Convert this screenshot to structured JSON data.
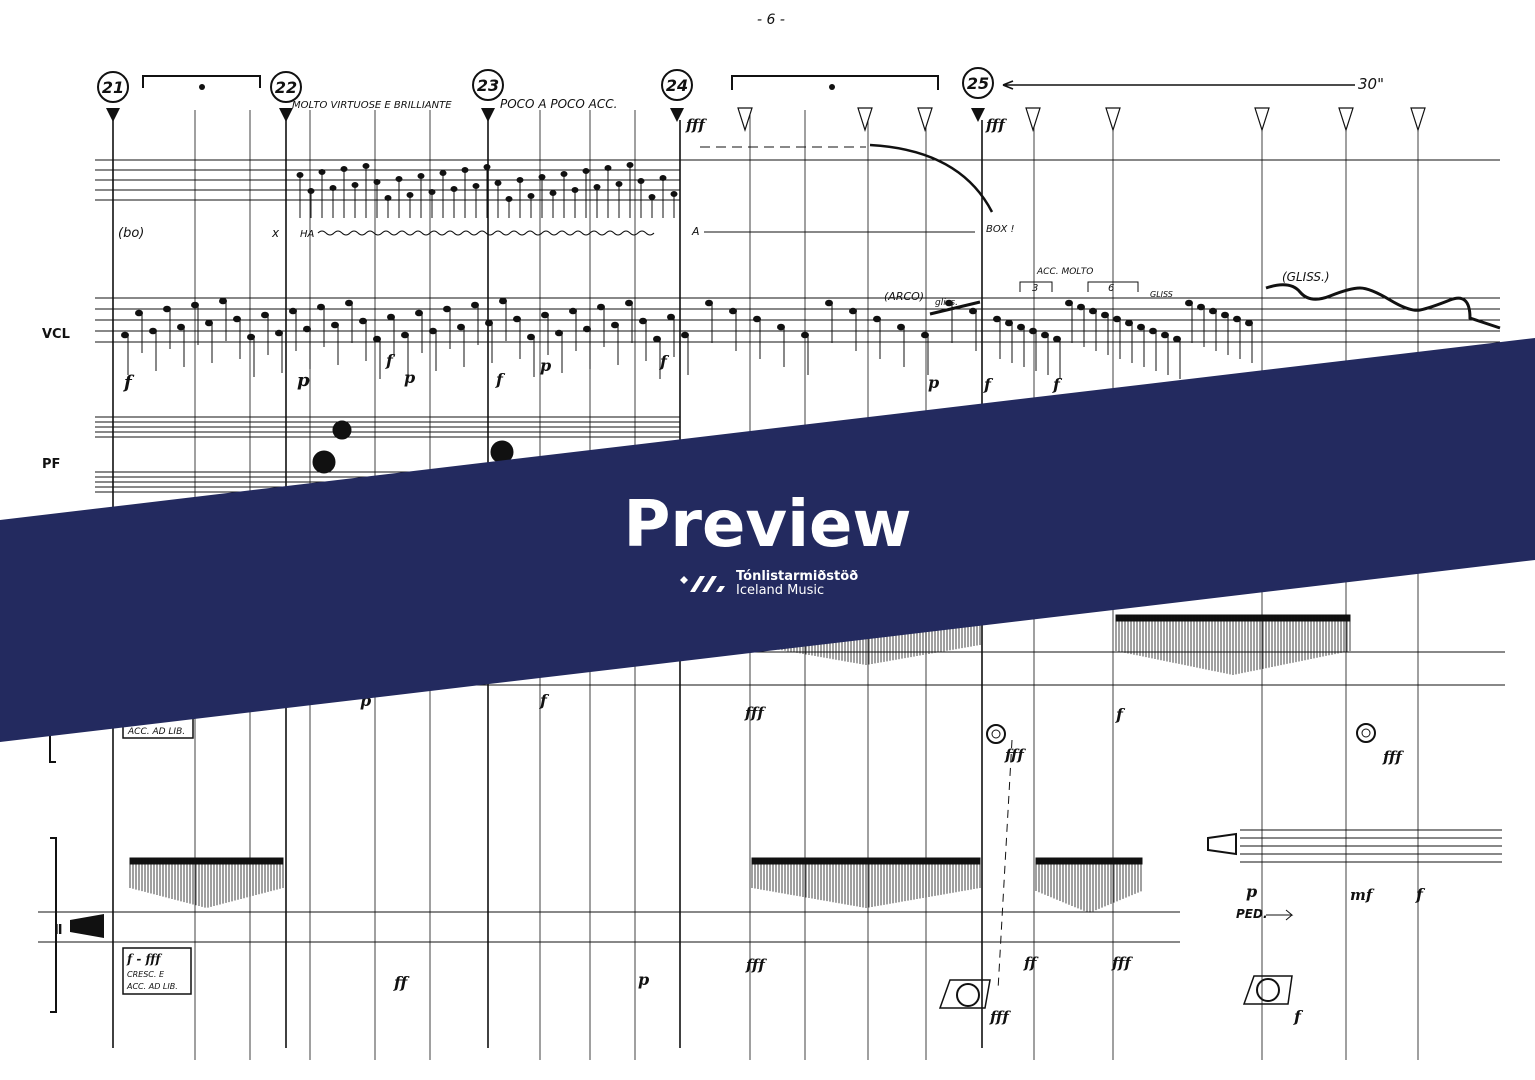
{
  "page_number": "- 6 -",
  "rehearsal_marks": [
    "21",
    "22",
    "23",
    "24",
    "25"
  ],
  "duration": "30\"",
  "instruments": {
    "cello": "VCL",
    "piano": "PF"
  },
  "directions": {
    "molto": "MOLTO VIRTUOSE E BRILLIANTE",
    "poco": "POCO A POCO ACC.",
    "bo": "(bo)",
    "x": "x",
    "ha": "HA",
    "a": "A",
    "box": "BOX !",
    "arco": "(ARCO)",
    "gliss": "gliss.",
    "acc_molto": "ACC. MOLTO",
    "tuplet3": "3",
    "tuplet6": "6",
    "gliss2": "GLISS",
    "gliss3": "(GLISS.)",
    "ped": "PED."
  },
  "dynamics": {
    "f": "f",
    "p": "p",
    "ff": "ff",
    "fff": "fff",
    "mf": "mf"
  },
  "boxes": {
    "upper": "ACC. AD LIB.",
    "lower_1": "f - fff",
    "lower_2": "CRESC. E",
    "lower_3": "ACC. AD LIB."
  },
  "banner": {
    "title": "Preview",
    "brand_line1": "Tónlistarmiðstöð",
    "brand_line2": "Iceland Music",
    "color": "#232a5f"
  }
}
